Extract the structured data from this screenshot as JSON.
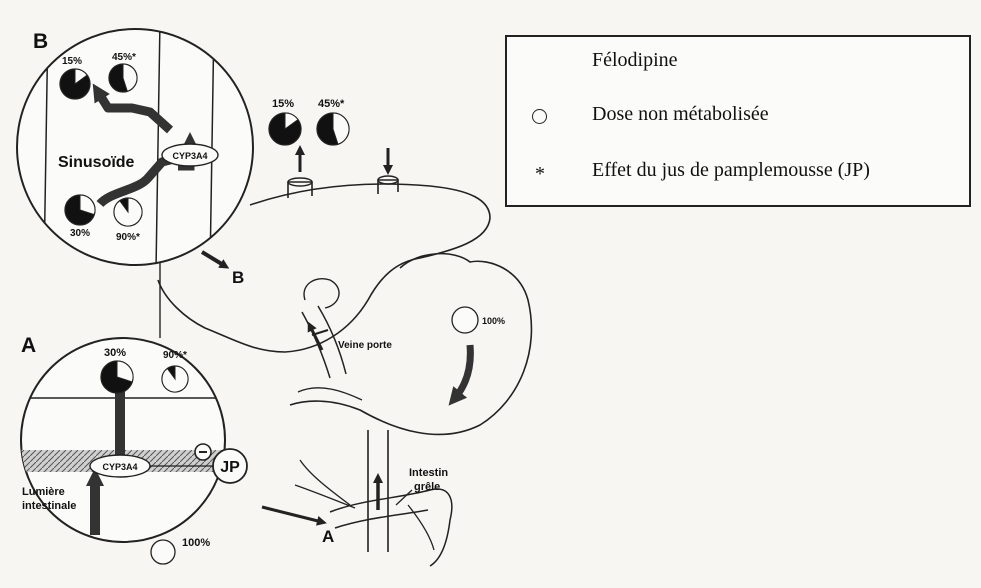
{
  "legend": {
    "title": "Félodipine",
    "intact_label": "Dose non métabolisée",
    "star_label": "Effet du jus de pamplemousse (JP)"
  },
  "panels": {
    "a_letter": "A",
    "b_letter": "B",
    "a_arrow_letter": "A",
    "b_arrow_letter": "B"
  },
  "labels": {
    "sinusoide": "Sinusoïde",
    "cyp_top": "CYP3A4",
    "cyp_bottom": "CYP3A4",
    "lumiere_1": "Lumière",
    "lumiere_2": "intestinale",
    "jp": "JP",
    "veine_porte": "Veine porte",
    "intestin_1": "Intestin",
    "intestin_2": "grêle"
  },
  "pies": {
    "b_top_left": {
      "label": "15%",
      "intact_fraction": 0.15
    },
    "b_top_right": {
      "label": "45%*",
      "intact_fraction": 0.45
    },
    "b_bottom_left": {
      "label": "30%",
      "intact_fraction": 0.3
    },
    "b_bottom_right": {
      "label": "90%*",
      "intact_fraction": 0.9
    },
    "liver_left": {
      "label": "15%",
      "intact_fraction": 0.15
    },
    "liver_right": {
      "label": "45%*",
      "intact_fraction": 0.45
    },
    "stomach": {
      "label": "100%",
      "intact_fraction": 1.0
    },
    "a_top_left": {
      "label": "30%",
      "intact_fraction": 0.3
    },
    "a_top_right": {
      "label": "90%*",
      "intact_fraction": 0.9
    },
    "a_bottom": {
      "label": "100%",
      "intact_fraction": 1.0
    }
  }
}
